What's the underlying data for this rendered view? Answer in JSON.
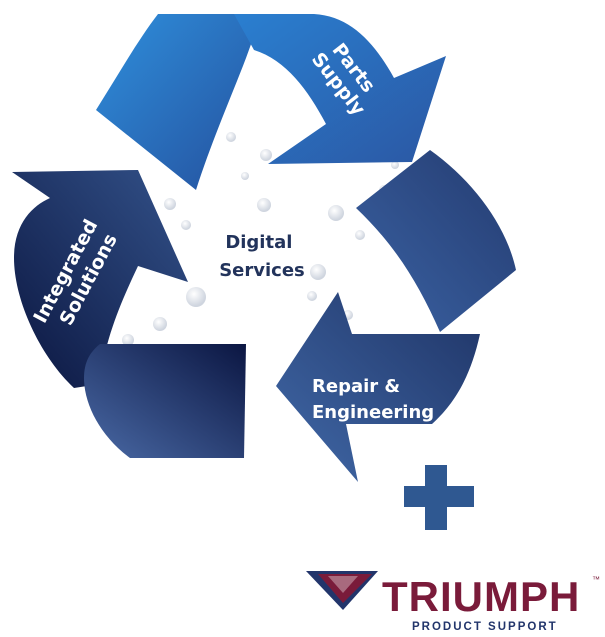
{
  "diagram": {
    "segments": [
      {
        "id": "parts-supply",
        "lines": [
          "Parts",
          "Supply"
        ]
      },
      {
        "id": "repair-engineering",
        "lines": [
          "Repair &",
          "Engineering"
        ]
      },
      {
        "id": "integrated-solutions",
        "lines": [
          "Integrated",
          "Solutions"
        ]
      }
    ],
    "center": {
      "lines": [
        "Digital",
        "Services"
      ]
    }
  },
  "logo": {
    "wordmark": "TRIUMPH",
    "trademark": "™",
    "subtitle": "PRODUCT SUPPORT"
  },
  "colors": {
    "blue_light": "#2f8ad6",
    "blue_mid": "#2a5aa8",
    "navy_dark": "#0c1a45",
    "navy_mid": "#2f4c86",
    "plus_blue": "#2f5891",
    "center_text": "#22335b",
    "logo_maroon": "#7a1b3a",
    "logo_navy": "#22356b",
    "bubble": "#d9dde6"
  }
}
